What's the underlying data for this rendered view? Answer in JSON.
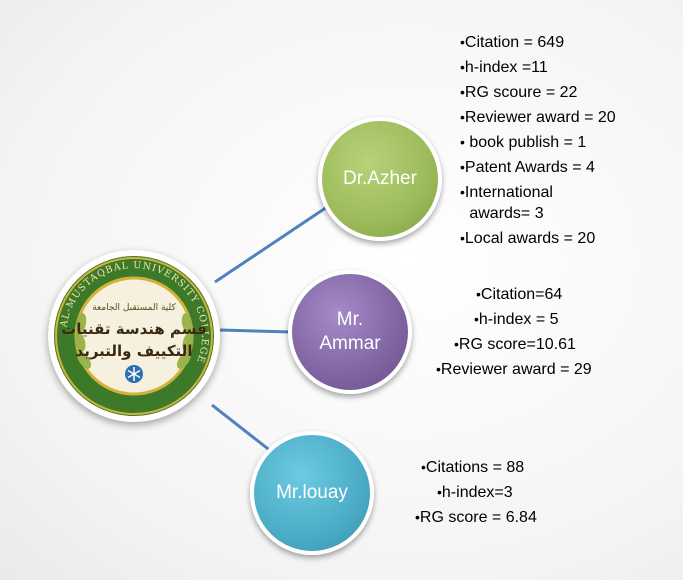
{
  "colors": {
    "link_line": "#4f81bd",
    "azher_node": "#9bbb59",
    "ammar_node": "#8064a2",
    "louay_node": "#4bacc6",
    "logo_ring_green": "#3c7a2a",
    "logo_ring_gold": "#d4b23a"
  },
  "logo": {
    "ring_text": "AL-MUSTAQBAL UNIVERSITY COLLEGE",
    "arabic_top": "كلية المستقبل الجامعة",
    "arabic_line1": "قسم هندسة تقنيات",
    "arabic_line2": "التكييف والتبريد",
    "icon": "snowflake-icon"
  },
  "nodes": [
    {
      "label": "Dr.Azher",
      "stats": [
        "Citation = 649",
        "h-index =11",
        "RG scoure = 22",
        "Reviewer award = 20",
        " book publish = 1",
        "Patent Awards = 4",
        "International",
        " awards= 3",
        "Local awards = 20"
      ]
    },
    {
      "label": "Mr.\nAmmar",
      "stats": [
        "Citation=64",
        "h-index = 5",
        "RG score=10.61",
        "Reviewer award = 29"
      ]
    },
    {
      "label": "Mr.louay",
      "stats": [
        "Citations = 88",
        "h-index=3",
        "RG score = 6.84"
      ]
    }
  ]
}
